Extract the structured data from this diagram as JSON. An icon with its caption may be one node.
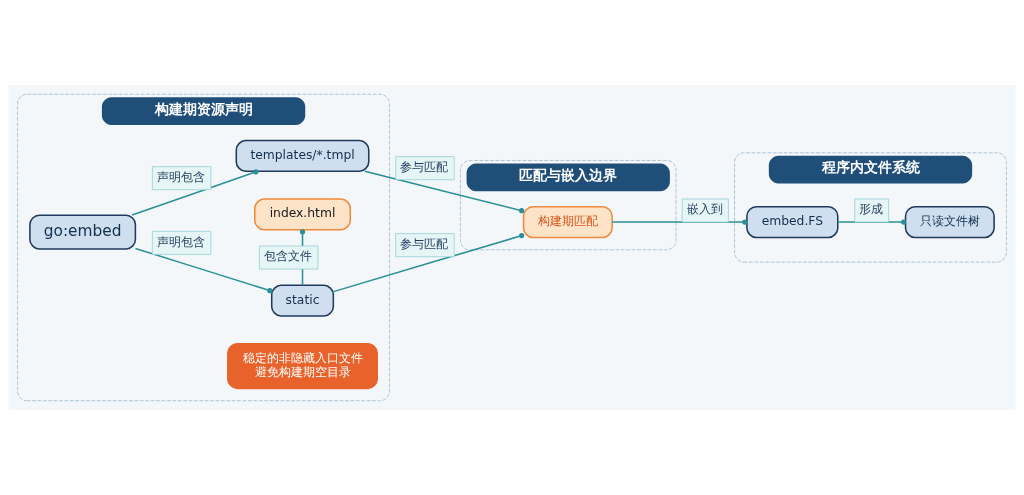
{
  "diagram": {
    "nodes": [
      {
        "text": [
          "构建期资源声明"
        ]
      },
      {
        "text": [
          "go:embed"
        ],
        "in": 0
      },
      {
        "text": [
          "templates/*.tmpl"
        ],
        "in": 0
      },
      {
        "text": [
          "static"
        ],
        "in": 0
      },
      {
        "text": [
          "index.html"
        ],
        "in": 0
      },
      {
        "text": [
          "稳定的非隐藏入口文件避免构建期空目录"
        ],
        "in": 0
      },
      {
        "text": [
          "匹配与嵌入边界"
        ]
      },
      {
        "text": [
          "构建期匹配"
        ],
        "in": 6
      },
      {
        "text": [
          "程序内文件系统"
        ]
      },
      {
        "text": [
          "embed.FS"
        ],
        "in": 8
      },
      {
        "text": [
          "只读文件树"
        ],
        "in": 8
      }
    ],
    "edges": [
      {
        "from": 1,
        "to": 2,
        "arrow": "other",
        "label": "声明包含"
      },
      {
        "from": 1,
        "to": 3,
        "arrow": "other",
        "label": "声明包含"
      },
      {
        "from": 3,
        "to": 4,
        "arrow": "other",
        "label": "包含文件"
      },
      {
        "from": 2,
        "to": 7,
        "arrow": "other",
        "label": "参与匹配"
      },
      {
        "from": 3,
        "to": 7,
        "arrow": "other",
        "label": "参与匹配"
      },
      {
        "from": 7,
        "to": 9,
        "arrow": "other",
        "label": "嵌入到"
      },
      {
        "from": 9,
        "to": 10,
        "arrow": "other",
        "label": "形成"
      }
    ]
  }
}
